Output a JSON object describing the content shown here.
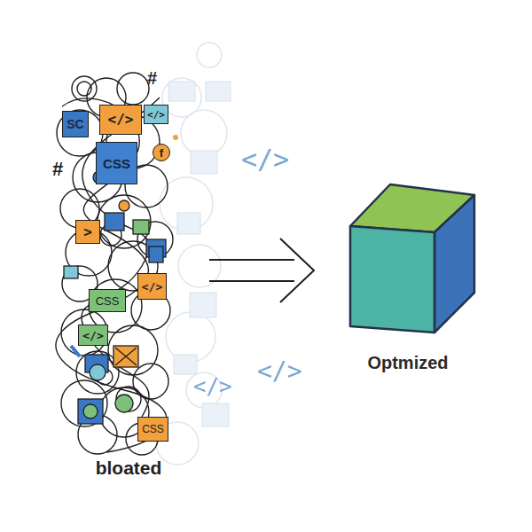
{
  "diagram": {
    "nodes": [
      {
        "text": [
          "bloated"
        ]
      },
      {
        "text": [
          "SC"
        ],
        "in": 0
      },
      {
        "text": [
          "</>"
        ],
        "in": 0
      },
      {
        "text": [
          "</>"
        ],
        "in": 0
      },
      {
        "text": [
          "CSS"
        ],
        "in": 0
      },
      {
        "text": [
          "f"
        ],
        "in": 0
      },
      {
        "text": [
          ">"
        ],
        "in": 0
      },
      {
        "text": [
          "</>"
        ],
        "in": 0
      },
      {
        "text": [
          "CSS"
        ],
        "in": 0
      },
      {
        "text": [
          "</>"
        ],
        "in": 0
      },
      {
        "text": [
          "CSS"
        ],
        "in": 0
      },
      {
        "text": [
          "Optmized"
        ]
      }
    ],
    "edges": [
      {
        "from": 0,
        "to": 11,
        "arrow": "to"
      }
    ],
    "labels": [
      "#",
      "#",
      "</>",
      "</>",
      "</>"
    ]
  }
}
